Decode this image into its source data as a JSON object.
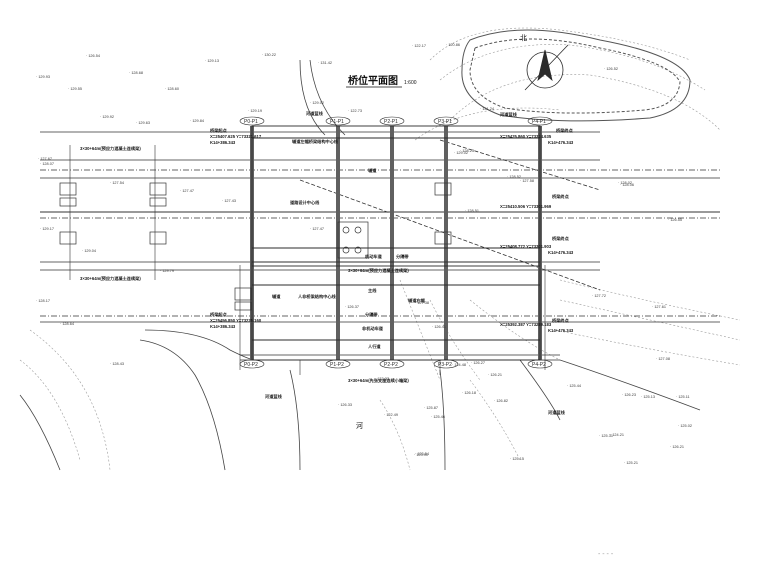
{
  "drawing": {
    "title": "桥位平面图",
    "scale": "1:600",
    "north_label": "北",
    "river_char": "河",
    "bottom_mark": "- - - -"
  },
  "piers": [
    "P0-P1",
    "P1-P1",
    "P2-P1",
    "P3-P1",
    "P4-P1",
    "P0-P2",
    "P1-P2",
    "P2-P2",
    "P3-P2",
    "P4-P2"
  ],
  "labels": {
    "span_top_left": "3×30+64m(预应力混凝土连续梁)",
    "span_mid_left": "3×30+64m(预应力混凝土连续梁)",
    "span_mid_right": "3×30+64m(预应力混凝土连续梁)",
    "span_bottom": "3×30+64m(先张支座连续小箱梁)",
    "river_line_1": "河道蓝线",
    "river_line_2": "河道蓝线",
    "river_line_3": "河道蓝线",
    "river_line_4": "河道蓝线",
    "centerline_1": "辅道左幅桥梁结构中心线",
    "centerline_2": "道路设计中心线",
    "centerline_3": "人非桥梁结构中心线",
    "lane_fu": "辅道",
    "lane_zhu": "主线",
    "lane_fu2": "辅道",
    "lane_ren": "人行道",
    "lane_fjd": "非机动车道",
    "lane_jcd": "机动车道",
    "lane_fzd": "分隔带",
    "lane_fzd2": "分隔带",
    "lane_sk": "辅道右幅",
    "start_l_1": "桥梁起点",
    "start_l_2": "桥梁起点",
    "end_r_1": "桥梁终点",
    "end_r_2": "桥梁终点",
    "end_r_3": "桥梁终点",
    "end_r_4": "桥梁终点",
    "coord_tl": "X=25407.625\nY=73321.617",
    "stn_tl": "K14+386.343",
    "coord_tr": "X=25425.860\nY=73324.635",
    "stn_tr": "K14+476.343",
    "coord_mr1": "X=25410.506\nY=73301.969",
    "coord_mr2": "X=25408.772\nY=73301.903",
    "stn_mr": "K14+476.343",
    "coord_bl": "X=25456.850\nY=73225.160",
    "stn_bl": "K14+386.343",
    "coord_br": "X=25392.387\nY=73289.183",
    "stn_br": "K14+476.343"
  },
  "elevations": [
    "126.54",
    "129.13",
    "130.22",
    "131.42",
    "122.17",
    "120.86",
    "126.52",
    "129.93",
    "128.68",
    "128.60",
    "129.55",
    "129.92",
    "129.63",
    "129.84",
    "129.19",
    "129.02",
    "122.73",
    "128.07",
    "127.67",
    "127.54",
    "127.47",
    "127.43",
    "127.47",
    "127.58",
    "128.23",
    "128.51",
    "128.52",
    "128.02",
    "126.55",
    "129.17",
    "129.04",
    "129.79",
    "128.17",
    "128.64",
    "128.43",
    "127.72",
    "127.61",
    "127.38",
    "126.41",
    "126.33",
    "126.27",
    "126.21",
    "126.37",
    "126.23",
    "125.87",
    "125.46",
    "124.48",
    "123.37",
    "122.49",
    "123.91",
    "123.54",
    "126.18",
    "126.82",
    "125.31",
    "125.15",
    "125.44",
    "125.13",
    "125.11",
    "125.02",
    "124.21",
    "125.21",
    "126.21",
    "129.02",
    "131.24",
    "128.06",
    "127.08"
  ],
  "colors": {
    "ink": "#2b2b2b",
    "faint": "#8a8a8a",
    "hatch": "#606060"
  }
}
